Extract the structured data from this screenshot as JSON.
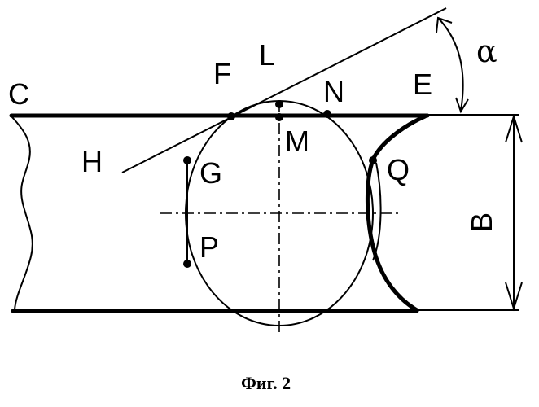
{
  "labels": {
    "C": "C",
    "H": "H",
    "F": "F",
    "L": "L",
    "N": "N",
    "E": "E",
    "alpha": "α",
    "M": "M",
    "G": "G",
    "Q": "Q",
    "P": "P",
    "B": "B"
  },
  "caption": "Фиг. 2"
}
